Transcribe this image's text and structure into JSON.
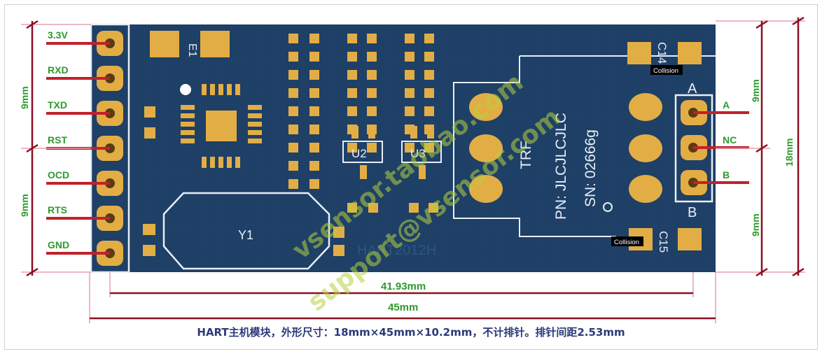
{
  "pins_left": [
    "3.3V",
    "RXD",
    "TXD",
    "RST",
    "OCD",
    "RTS",
    "GND"
  ],
  "pins_right": [
    "A",
    "NC",
    "B"
  ],
  "dims": {
    "left_top": "9mm",
    "left_bottom": "9mm",
    "right_top": "9mm",
    "right_bottom": "9mm",
    "right_total": "18mm",
    "pin_span": "41.93mm",
    "total_width": "45mm"
  },
  "silk": {
    "e1": "E1",
    "c14": "C14",
    "c15": "C15",
    "u2": "U2",
    "u3": "U3",
    "y1": "Y1",
    "trf": "TRF",
    "pn": "PN: JLCJLCJLC",
    "sn": "SN: 02666g",
    "board_name": "HART2012H",
    "pad_a": "A",
    "pad_b": "B"
  },
  "tags": {
    "collision_top": "Collision",
    "collision_bottom": "Collision"
  },
  "watermarks": {
    "line1": "vsensor.taobao.com",
    "line2": "support@vsensor.com"
  },
  "caption": "HART主机模块，外形尺寸：18mm×45mm×10.2mm，不计排针。排针间距2.53mm",
  "colors": {
    "board": "#1e3f66",
    "pad": "#e3ad45",
    "pin_line": "#c0222b",
    "label_green": "#2e9b2e",
    "dim_line": "#8a1020",
    "guide": "#e8a0b0",
    "caption": "#2a3a7a"
  }
}
